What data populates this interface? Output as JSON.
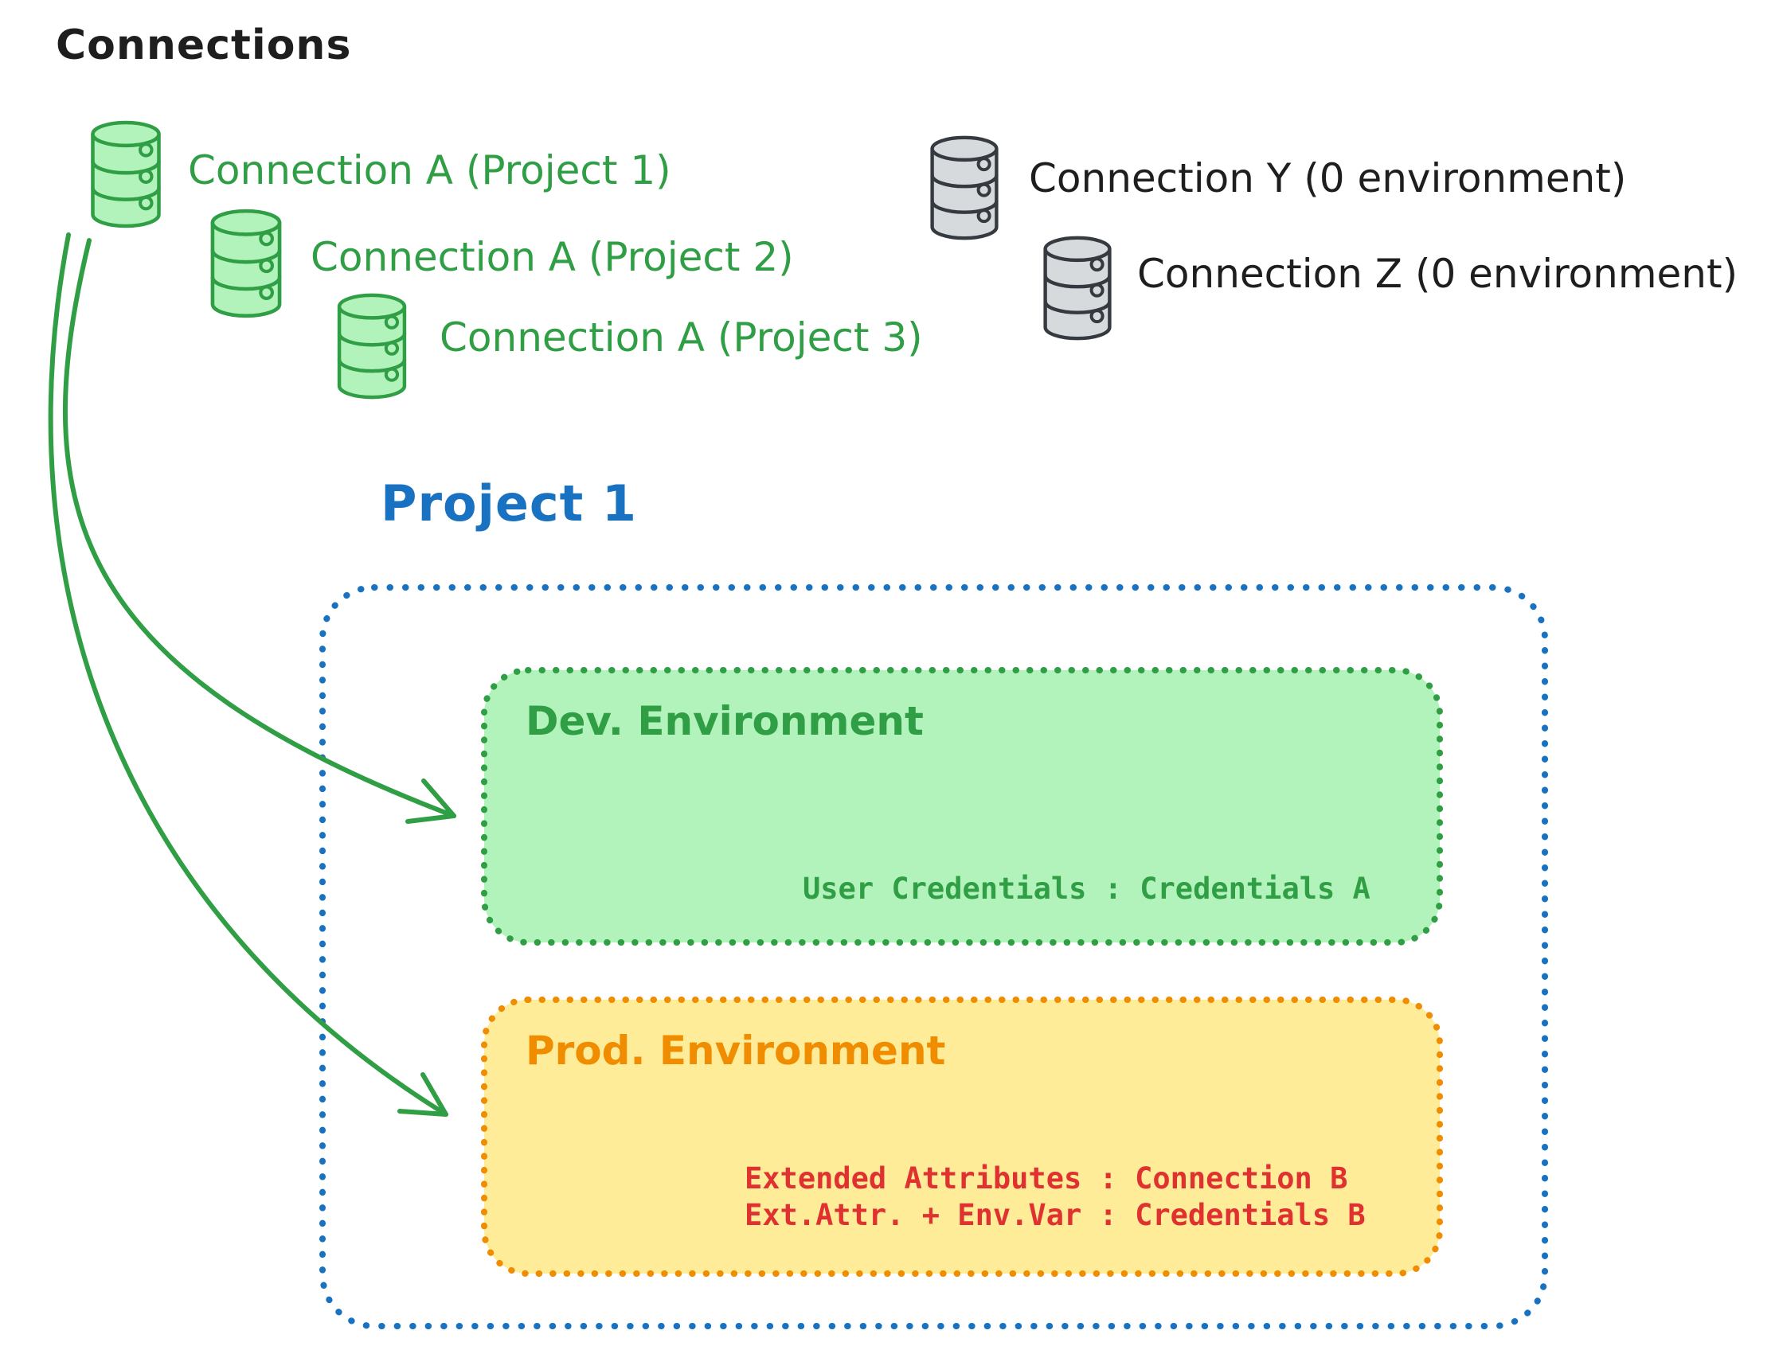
{
  "title": "Connections",
  "connections": {
    "project_a": [
      {
        "label": "Connection A (Project 1)"
      },
      {
        "label": "Connection A (Project 2)"
      },
      {
        "label": "Connection A (Project 3)"
      }
    ],
    "unassigned": [
      {
        "label": "Connection Y (0 environment)"
      },
      {
        "label": "Connection Z (0 environment)"
      }
    ]
  },
  "project": {
    "title": "Project 1",
    "environments": [
      {
        "name": "Dev. Environment",
        "lines": [
          "User Credentials : Credentials A"
        ]
      },
      {
        "name": "Prod. Environment",
        "lines": [
          "Extended Attributes : Connection B",
          "Ext.Attr. + Env.Var : Credentials B"
        ]
      }
    ]
  },
  "icons": {
    "green_database": "database-icon",
    "gray_database": "database-icon",
    "arrow": "curved-arrow"
  },
  "colors": {
    "ink": "#1e1e1e",
    "green": "#2f9e44",
    "green-fill": "#b2f2bb",
    "gray": "#343a40",
    "gray-fill": "#d7dadd",
    "blue": "#1971c2",
    "orange": "#f08c00",
    "orange-fill": "#ffec99",
    "red": "#e03131",
    "paper": "#ffffff"
  }
}
